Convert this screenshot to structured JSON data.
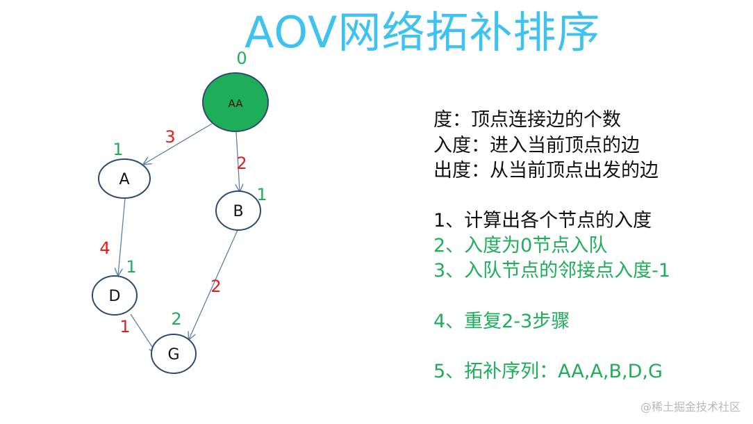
{
  "title": "AOV网络拓补排序",
  "colors": {
    "title": "#3EC3F0",
    "root_fill": "#1EAE5A",
    "indegree_label": "#1EAE5A",
    "weight_label": "#E01E1E",
    "edge": "#5E7FA8"
  },
  "graph": {
    "nodes": [
      {
        "id": "AA",
        "label": "AA",
        "indegree": "0"
      },
      {
        "id": "A",
        "label": "A",
        "indegree": "1"
      },
      {
        "id": "B",
        "label": "B",
        "indegree": "1"
      },
      {
        "id": "D",
        "label": "D",
        "indegree": "1"
      },
      {
        "id": "G",
        "label": "G",
        "indegree": "2"
      }
    ],
    "edges": [
      {
        "from": "AA",
        "to": "A",
        "weight": "3"
      },
      {
        "from": "AA",
        "to": "B",
        "weight": "2"
      },
      {
        "from": "A",
        "to": "D",
        "weight": "4"
      },
      {
        "from": "B",
        "to": "G",
        "weight": "2"
      },
      {
        "from": "D",
        "to": "G",
        "weight": "1"
      }
    ]
  },
  "definitions": {
    "degree": "度：顶点连接边的个数",
    "in_degree": "入度：进入当前顶点的边",
    "out_degree": "出度：从当前顶点出发的边"
  },
  "steps": {
    "step1": "1、计算出各个节点的入度",
    "step2": "2、入度为0节点入队",
    "step3": "3、入队节点的邻接点入度-1",
    "step4": "4、重复2-3步骤",
    "step5": "5、拓补序列：AA,A,B,D,G"
  },
  "watermark": "@稀土掘金技术社区"
}
